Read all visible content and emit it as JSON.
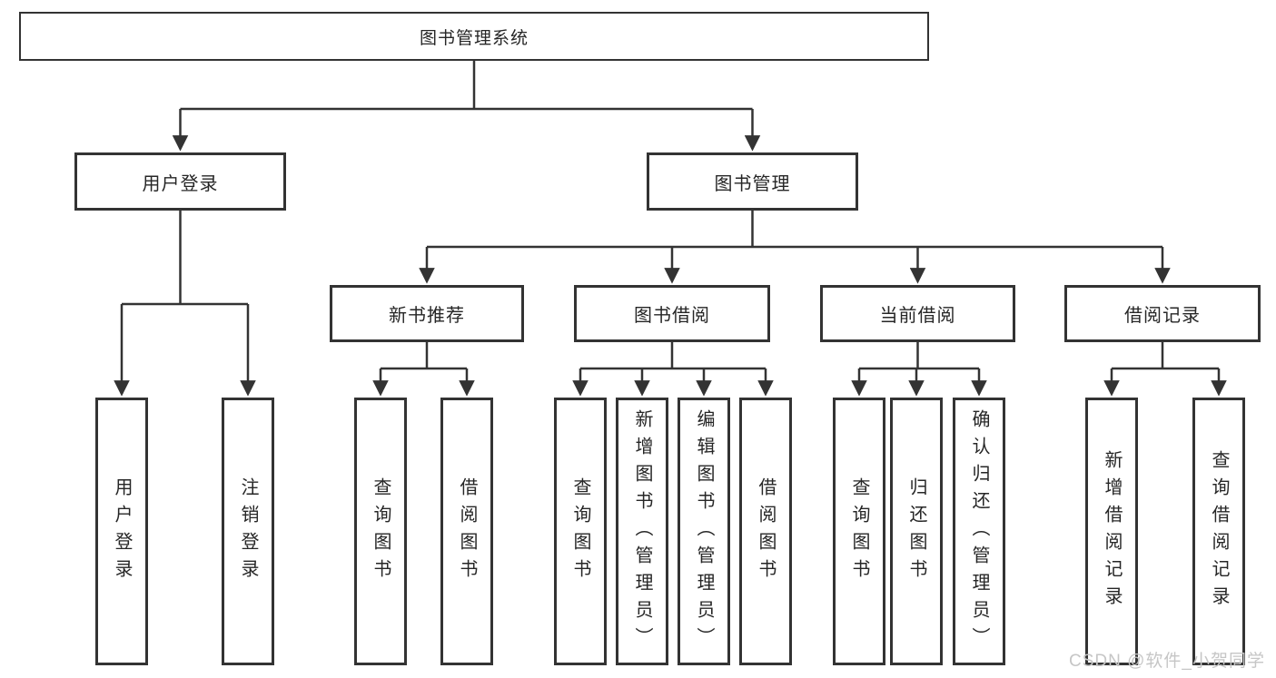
{
  "diagram": {
    "root": {
      "label": "图书管理系统"
    },
    "branches": [
      {
        "label": "用户登录",
        "children": [
          {
            "label": "用户登录"
          },
          {
            "label": "注销登录"
          }
        ]
      },
      {
        "label": "图书管理",
        "children": [
          {
            "label": "新书推荐",
            "children": [
              {
                "label": "查询图书"
              },
              {
                "label": "借阅图书"
              }
            ]
          },
          {
            "label": "图书借阅",
            "children": [
              {
                "label": "查询图书"
              },
              {
                "label": "新增图书（管理员）"
              },
              {
                "label": "编辑图书（管理员）"
              },
              {
                "label": "借阅图书"
              }
            ]
          },
          {
            "label": "当前借阅",
            "children": [
              {
                "label": "查询图书"
              },
              {
                "label": "归还图书"
              },
              {
                "label": "确认归还（管理员）"
              }
            ]
          },
          {
            "label": "借阅记录",
            "children": [
              {
                "label": "新增借阅记录"
              },
              {
                "label": "查询借阅记录"
              }
            ]
          }
        ]
      }
    ]
  },
  "watermark": {
    "text": "CSDN @软件_小贺同学"
  },
  "colors": {
    "line": "#333333",
    "box_border": "#333333",
    "text": "#262626",
    "watermark": "#c6c6c6",
    "background": "#ffffff"
  }
}
